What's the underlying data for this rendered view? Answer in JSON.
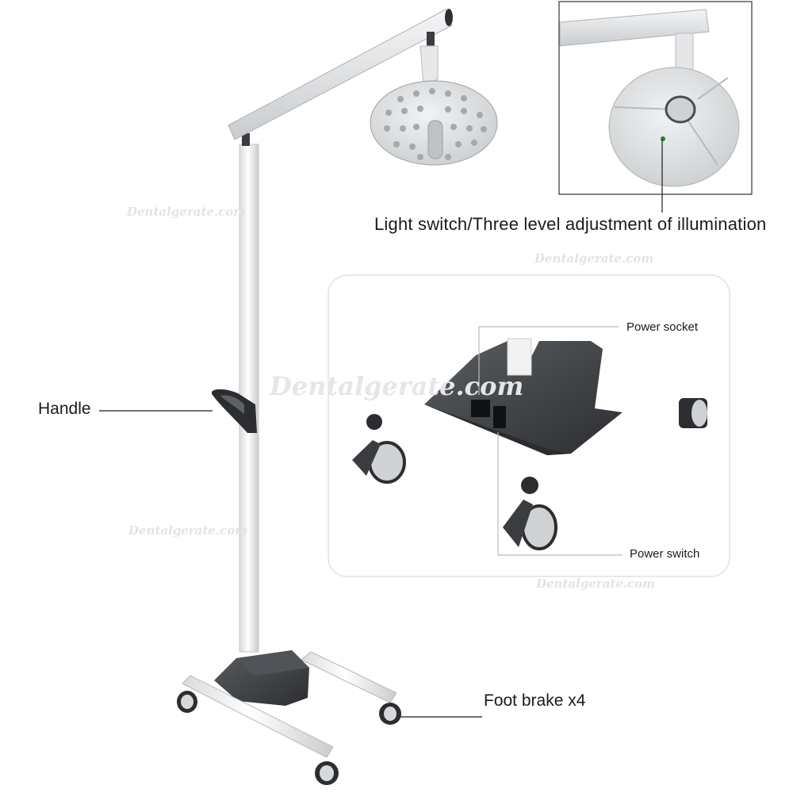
{
  "labels": {
    "light_switch": "Light switch/Three level adjustment of illumination",
    "power_socket": "Power socket",
    "power_switch": "Power switch",
    "handle": "Handle",
    "foot_brake": "Foot brake x4"
  },
  "watermark": "Dentalgerate.com",
  "colors": {
    "arm": "#e4e6e8",
    "base": "#3b3d40",
    "line": "#1a1a1a",
    "callout_line": "#bbbbbb"
  }
}
